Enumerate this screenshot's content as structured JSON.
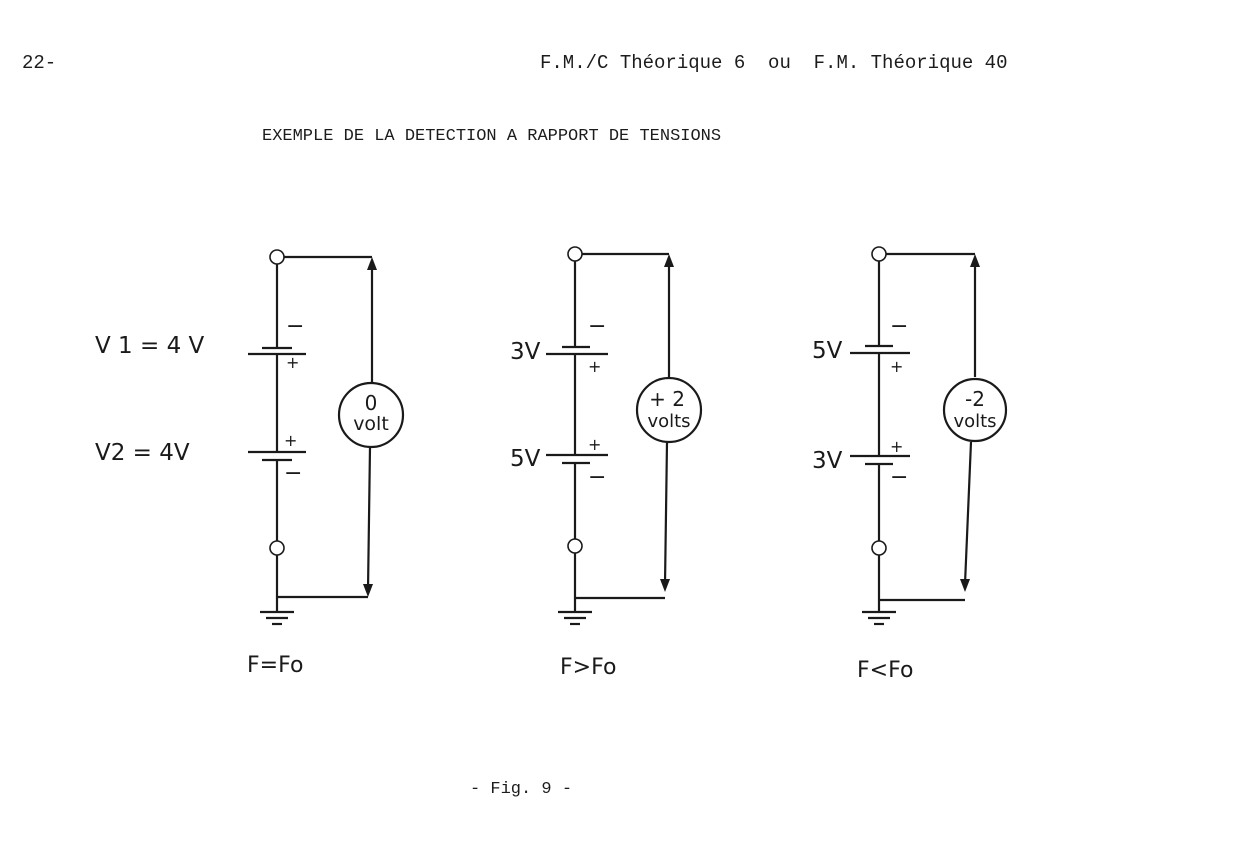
{
  "page": {
    "number": "22-",
    "header": "F.M./C Théorique 6  ou  F.M. Théorique 40",
    "title": "EXEMPLE DE LA DETECTION A RAPPORT DE TENSIONS",
    "caption": "- Fig. 9 -"
  },
  "circuits": [
    {
      "condition": "F=Fo",
      "top_battery": {
        "label": "V 1 = 4 V"
      },
      "bottom_battery": {
        "label": "V2 = 4V"
      },
      "meter": {
        "line1": "0",
        "line2": "volt"
      }
    },
    {
      "condition": "F>Fo",
      "top_battery": {
        "label": "3V"
      },
      "bottom_battery": {
        "label": "5V"
      },
      "meter": {
        "line1": "+ 2",
        "line2": "volts"
      }
    },
    {
      "condition": "F<Fo",
      "top_battery": {
        "label": "5V"
      },
      "bottom_battery": {
        "label": "3V"
      },
      "meter": {
        "line1": "-2",
        "line2": "volts"
      }
    }
  ],
  "symbols": {
    "plus": "+",
    "minus": "−"
  }
}
